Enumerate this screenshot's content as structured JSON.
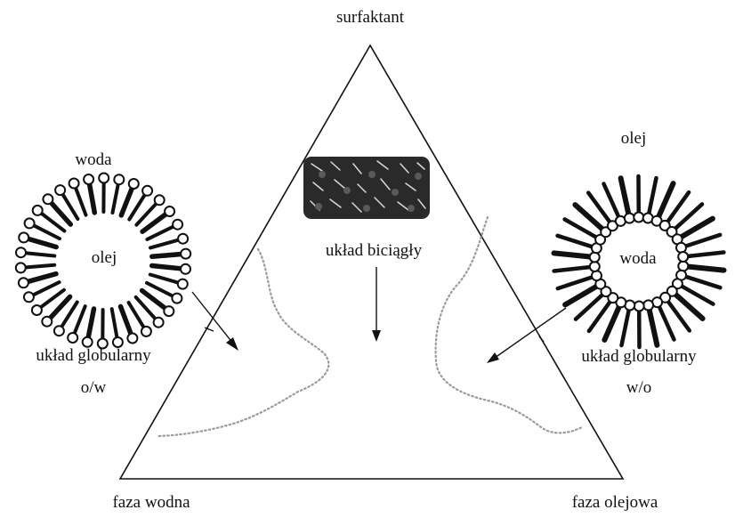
{
  "labels": {
    "apex": "surfaktant",
    "bottom_left": "faza wodna",
    "bottom_right": "faza olejowa",
    "left_outer": "woda",
    "left_inner": "olej",
    "left_caption_1": "układ globularny",
    "left_caption_2": "o/w",
    "center_caption": "układ biciągły",
    "right_outer": "olej",
    "right_inner": "woda",
    "right_caption_1": "układ globularny",
    "right_caption_2": "w/o"
  },
  "colors": {
    "ink": "#111111",
    "background": "#ffffff",
    "boundary": "#9a9a9a"
  }
}
